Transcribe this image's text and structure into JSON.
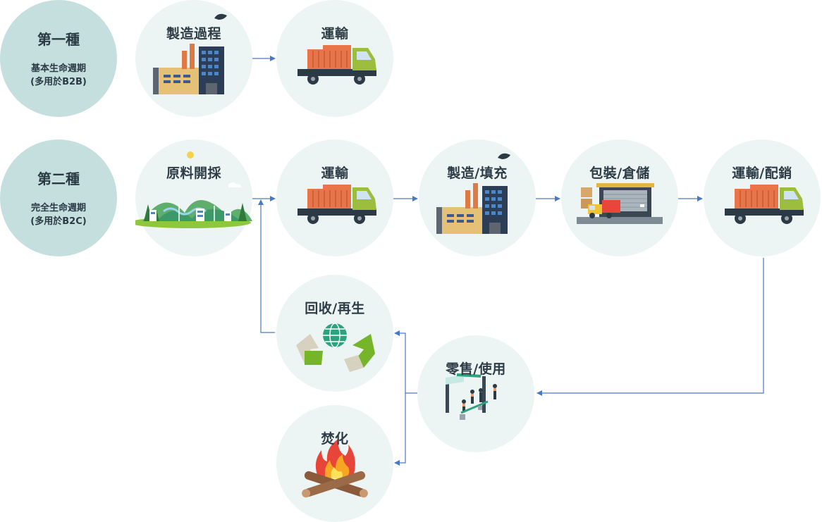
{
  "rows": [
    {
      "title": "第一種",
      "subtitle_line1": "基本生命週期",
      "subtitle_line2": "(多用於B2B)"
    },
    {
      "title": "第二種",
      "subtitle_line1": "完全生命週期",
      "subtitle_line2": "(多用於B2C)"
    }
  ],
  "row1_stages": [
    {
      "label": "製造過程",
      "icon": "factory-icon"
    },
    {
      "label": "運輸",
      "icon": "truck-icon"
    }
  ],
  "row2_stages": [
    {
      "label": "原料開採",
      "icon": "landscape-icon"
    },
    {
      "label": "運輸",
      "icon": "truck-icon"
    },
    {
      "label": "製造/填充",
      "icon": "factory-icon"
    },
    {
      "label": "包裝/倉儲",
      "icon": "warehouse-icon"
    },
    {
      "label": "運輸/配銷",
      "icon": "truck-icon"
    }
  ],
  "lower_stages": [
    {
      "label": "回收/再生",
      "icon": "recycle-icon"
    },
    {
      "label": "零售/使用",
      "icon": "retail-icon"
    },
    {
      "label": "焚化",
      "icon": "fire-icon"
    }
  ],
  "colors": {
    "row_header": "#c5dede",
    "stage_bg": "#edf4f4",
    "arrow": "#4a79c4",
    "truck_cab": "#9cbd3e",
    "container": "#e9764a"
  }
}
